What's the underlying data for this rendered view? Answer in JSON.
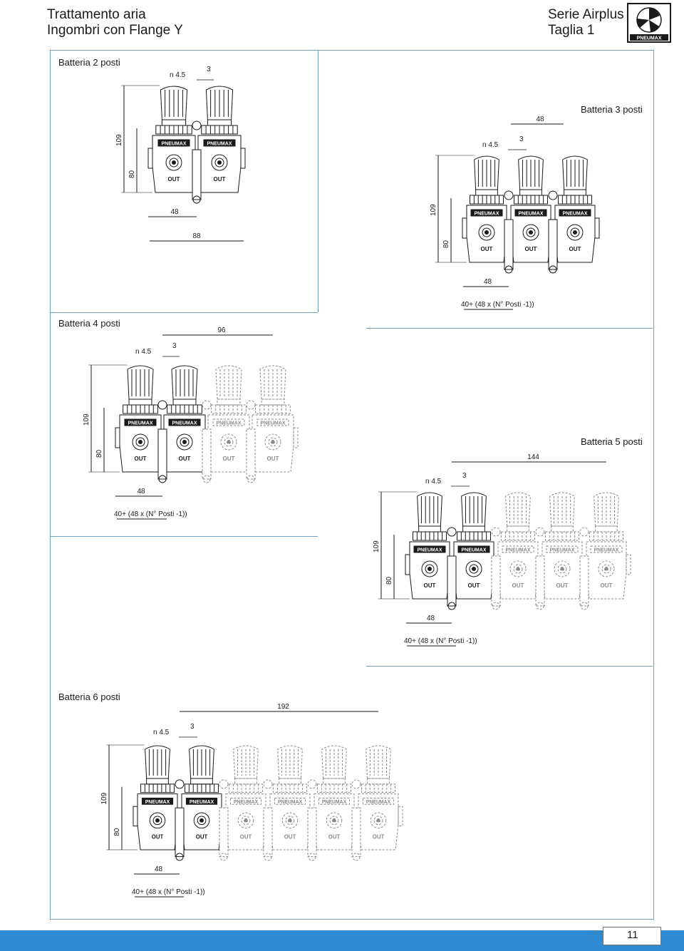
{
  "header": {
    "title_line1": "Trattamento aria",
    "title_line2": "Ingombri con Flange Y",
    "series_line1": "Serie Airplus",
    "series_line2": "Taglia 1",
    "logo_text": "PNEUMAX"
  },
  "module_labels": {
    "brand": "PNEUMAX",
    "port": "OUT"
  },
  "sections": [
    {
      "title": "Batteria 2 posti",
      "hole": "n 4.5",
      "gap": "3",
      "height_total": "109",
      "height_body": "80",
      "pitch": "48",
      "overall": "88"
    },
    {
      "title": "Batteria 3 posti",
      "hole": "n 4.5",
      "gap": "3",
      "height_total": "109",
      "height_body": "80",
      "pitch_top": "48",
      "pitch": "48",
      "formula": "40+ (48 x (N° Posti -1))"
    },
    {
      "title": "Batteria 4 posti",
      "hole": "n 4.5",
      "gap": "3",
      "height_total": "109",
      "height_body": "80",
      "span": "96",
      "pitch": "48",
      "formula": "40+ (48 x (N° Posti -1))"
    },
    {
      "title": "Batteria 5 posti",
      "hole": "n 4.5",
      "gap": "3",
      "height_total": "109",
      "height_body": "80",
      "span": "144",
      "pitch": "48",
      "formula": "40+ (48 x (N° Posti -1))"
    },
    {
      "title": "Batteria 6 posti",
      "hole": "n 4.5",
      "gap": "3",
      "height_total": "109",
      "height_body": "80",
      "span": "192",
      "pitch": "48",
      "formula": "40+ (48 x (N° Posti -1))"
    }
  ],
  "page_number": "11"
}
